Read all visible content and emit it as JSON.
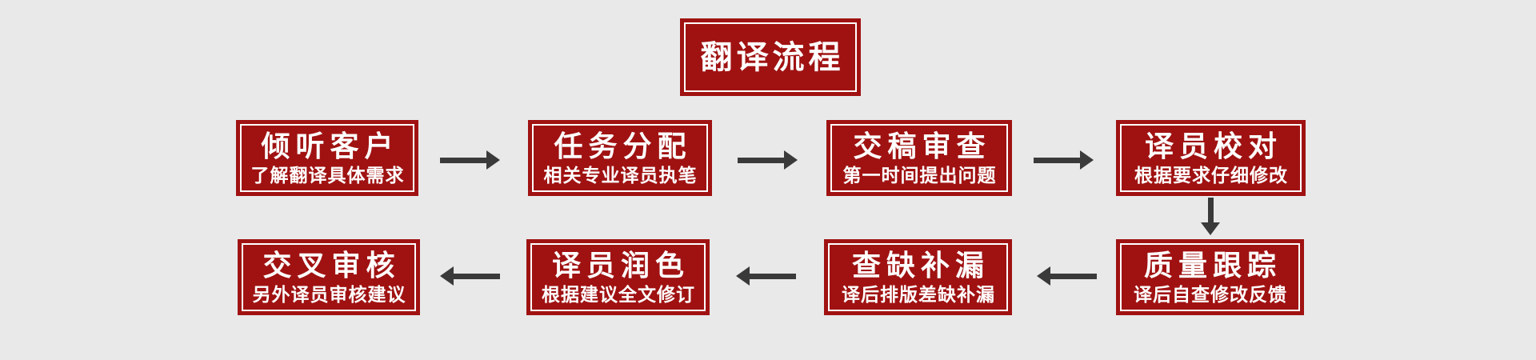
{
  "title": {
    "label": "翻译流程"
  },
  "flow": {
    "row1": [
      {
        "title": "倾听客户",
        "subtitle": "了解翻译具体需求"
      },
      {
        "title": "任务分配",
        "subtitle": "相关专业译员执笔"
      },
      {
        "title": "交稿审查",
        "subtitle": "第一时间提出问题"
      },
      {
        "title": "译员校对",
        "subtitle": "根据要求仔细修改"
      }
    ],
    "row2": [
      {
        "title": "交叉审核",
        "subtitle": "另外译员审核建议"
      },
      {
        "title": "译员润色",
        "subtitle": "根据建议全文修订"
      },
      {
        "title": "查缺补漏",
        "subtitle": "译后排版差缺补漏"
      },
      {
        "title": "质量跟踪",
        "subtitle": "译后自查修改反馈"
      }
    ]
  },
  "arrows": {
    "row1_direction": "right",
    "row2_direction": "left",
    "connector_direction": "down"
  },
  "colors": {
    "page_bg": "#E9E9E9",
    "box_red": "#A01212",
    "border_white": "#FFFFFF",
    "arrow_gray": "#3A3A3A",
    "text_white": "#FFFFFF"
  }
}
